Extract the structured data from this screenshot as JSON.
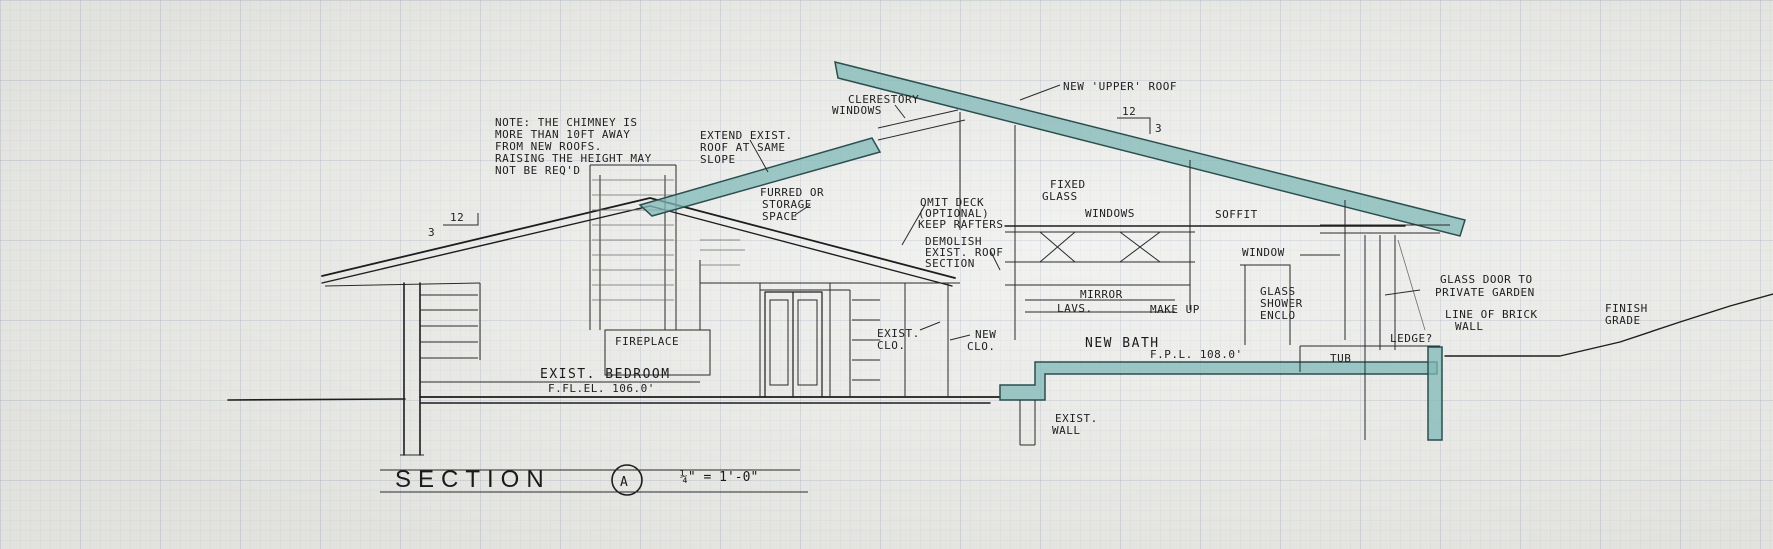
{
  "drawing": {
    "title": "SECTION",
    "section_id": "A",
    "scale": "¼\" = 1'-0\"",
    "accent_color": "#7fb8b7",
    "notes": {
      "chimney_note": [
        "NOTE: THE CHIMNEY IS",
        "MORE THAN 10FT AWAY",
        "FROM NEW ROOFS.",
        "RAISING THE HEIGHT MAY",
        "NOT BE REQ'D"
      ],
      "extend_roof": [
        "EXTEND EXIST.",
        "ROOF AT SAME",
        "SLOPE"
      ],
      "clerestory": [
        "CLERESTORY",
        "WINDOWS"
      ],
      "new_upper_roof": "NEW 'UPPER' ROOF",
      "slope_right": {
        "rise": "12",
        "run": "3"
      },
      "slope_left": {
        "rise": "12",
        "run": "3"
      },
      "furred": [
        "FURRED OR",
        "STORAGE",
        "SPACE"
      ],
      "fixed_glass": [
        "FIXED",
        "GLASS"
      ],
      "omit_deck": [
        "OMIT DECK",
        "(OPTIONAL)",
        "KEEP RAFTERS"
      ],
      "demolish": [
        "DEMOLISH",
        "EXIST. ROOF",
        "SECTION"
      ],
      "windows": "WINDOWS",
      "soffit": "SOFFIT",
      "window": "WINDOW",
      "glass_door": [
        "GLASS DOOR TO",
        "PRIVATE GARDEN"
      ],
      "mirror": "MIRROR",
      "glass_shower": [
        "GLASS",
        "SHOWER",
        "ENCLO"
      ],
      "lavs": "LAVS.",
      "make_up": "MAKE UP",
      "brick_wall": [
        "LINE OF BRICK",
        "WALL"
      ],
      "finish_grade": [
        "FINISH",
        "GRADE"
      ],
      "fireplace": "FIREPLACE",
      "exist_clo": [
        "EXIST.",
        "CLO."
      ],
      "new_clo": [
        "NEW",
        "CLO."
      ],
      "new_bath": "NEW BATH",
      "new_bath_fpl": "F.P.L. 108.0'",
      "tub": "TUB",
      "ledge": "LEDGE?",
      "exist_bedroom": "EXIST. BEDROOM",
      "bedroom_ffl": "F.FL.EL. 106.0'",
      "exist_wall": [
        "EXIST.",
        "WALL"
      ]
    }
  }
}
